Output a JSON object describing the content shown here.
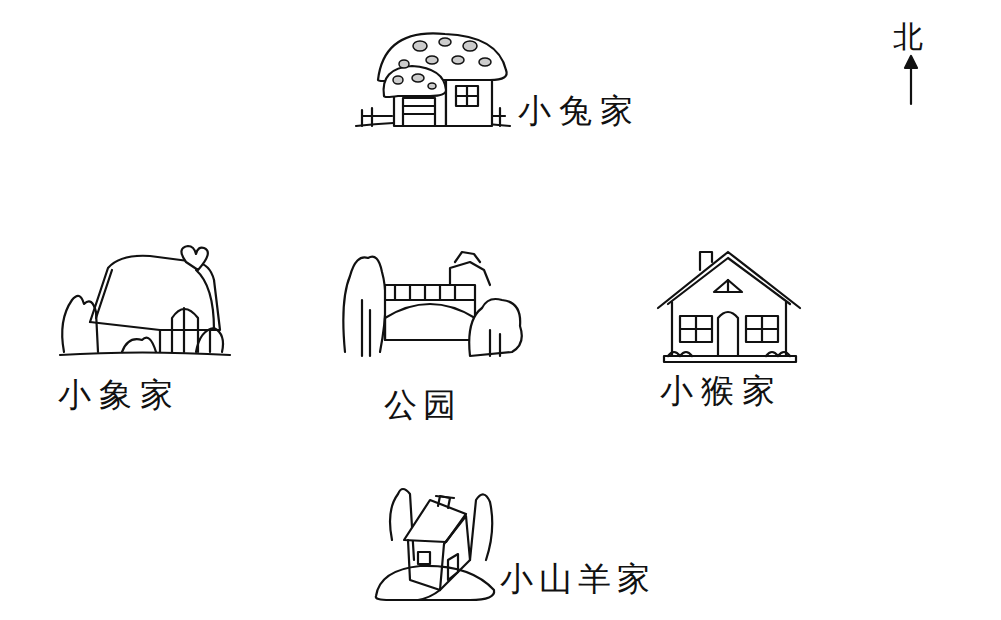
{
  "diagram": {
    "labels": [
      "北",
      "小兔家",
      "小象家",
      "公园",
      "小猴家",
      "小山羊家"
    ]
  }
}
